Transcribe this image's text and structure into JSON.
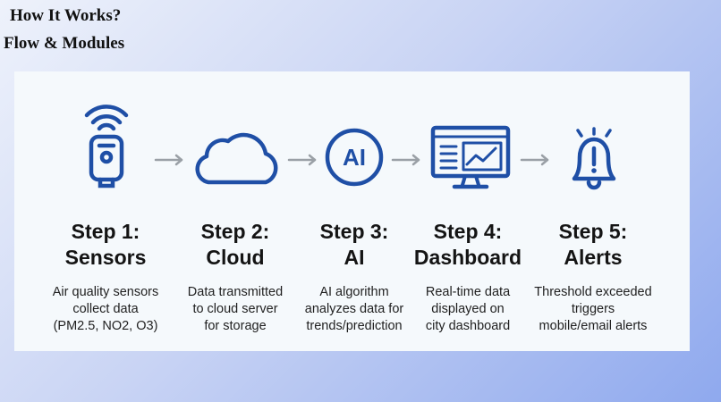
{
  "title": {
    "line1": "How It Works?",
    "line2": "Flow & Modules"
  },
  "colors": {
    "icon_blue": "#1f4fa6",
    "arrow_gray": "#9aa0a6",
    "card_bg": "#f5f9fc"
  },
  "steps": [
    {
      "icon": "sensor-wifi-icon",
      "title_line1": "Step 1:",
      "title_line2": "Sensors",
      "desc": [
        "Air quality sensors",
        "collect data",
        "(PM2.5, NO2, O3)"
      ]
    },
    {
      "icon": "cloud-icon",
      "title_line1": "Step 2:",
      "title_line2": "Cloud",
      "desc": [
        "Data transmitted",
        "to cloud server",
        "for storage"
      ]
    },
    {
      "icon": "ai-icon",
      "icon_text": "AI",
      "title_line1": "Step 3:",
      "title_line2": "AI",
      "desc": [
        "AI algorithm",
        "analyzes data for",
        "trends/prediction"
      ]
    },
    {
      "icon": "dashboard-monitor-icon",
      "title_line1": "Step 4:",
      "title_line2": "Dashboard",
      "desc": [
        "Real-time data",
        "displayed on",
        "city dashboard"
      ]
    },
    {
      "icon": "bell-alert-icon",
      "title_line1": "Step 5:",
      "title_line2": "Alerts",
      "desc": [
        "Threshold exceeded",
        "triggers",
        "mobile/email alerts"
      ]
    }
  ]
}
